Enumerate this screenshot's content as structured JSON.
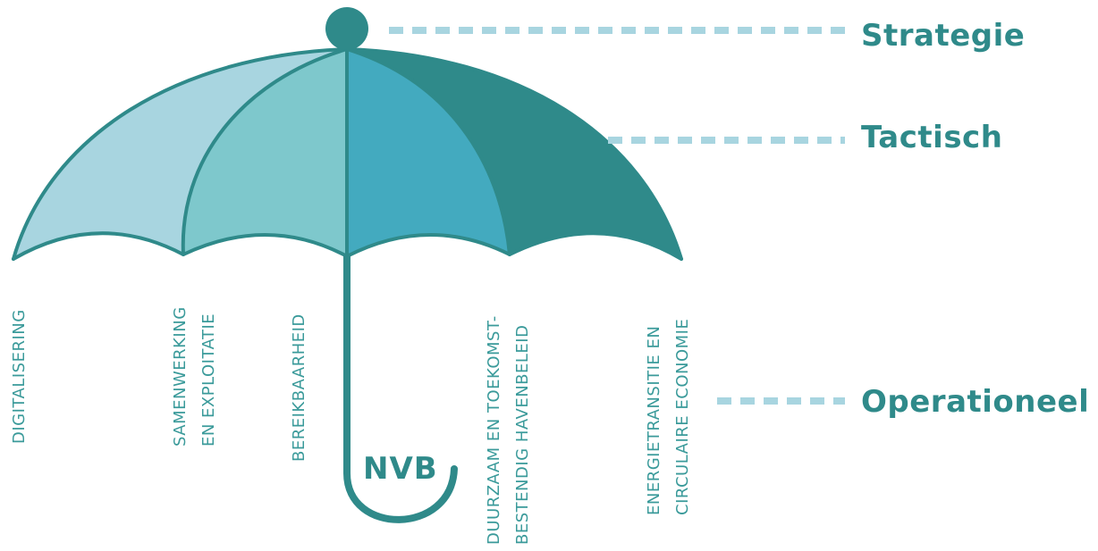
{
  "levels": {
    "strategie": "Strategie",
    "tactisch": "Tactisch",
    "operationeel": "Operationeel"
  },
  "brand": "NVB",
  "themes": [
    {
      "lines": [
        "DIGITALISERING"
      ]
    },
    {
      "lines": [
        "SAMENWERKING",
        "EN EXPLOITATIE"
      ]
    },
    {
      "lines": [
        "BEREIKBAARHEID"
      ]
    },
    {
      "lines": [
        "DUURZAAM EN TOEKOMST-",
        "BESTENDIG HAVENBELEID"
      ]
    },
    {
      "lines": [
        "ENERGIETRANSITIE EN",
        "CIRCULAIRE ECONOMIE"
      ]
    }
  ],
  "colors": {
    "panel1": "#a8d5e0",
    "panel2": "#7ec8cc",
    "panel3": "#43aabf",
    "panel4": "#2f8a8a",
    "accent": "#2f8a8a",
    "dash": "#a8d5e0"
  }
}
